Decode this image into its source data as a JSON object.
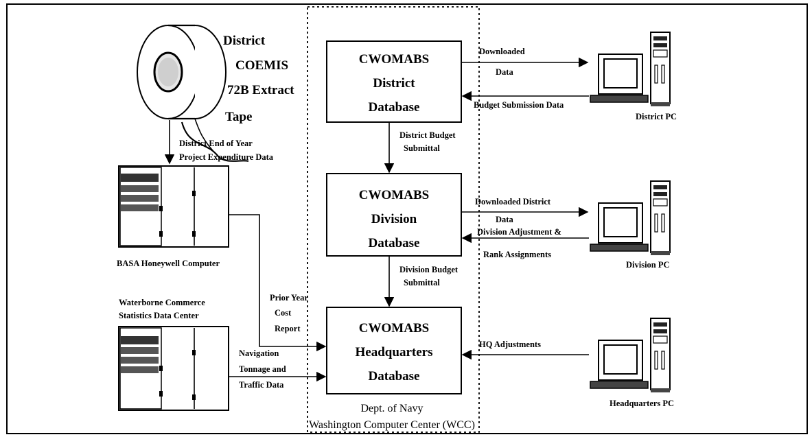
{
  "boxes": {
    "district": [
      "CWOMABS",
      "District",
      "Database"
    ],
    "division": [
      "CWOMABS",
      "Division",
      "Database"
    ],
    "headquarters": [
      "CWOMABS",
      "Headquarters",
      "Database"
    ]
  },
  "tape": [
    "District",
    "COEMIS",
    "72B Extract",
    "Tape"
  ],
  "flows": {
    "tape_to_basa": [
      "District End of Year",
      "Project Expenditure Data"
    ],
    "district_to_division": [
      "District Budget",
      "Submittal"
    ],
    "division_to_hq": [
      "Division Budget",
      "Submittal"
    ],
    "basa_to_hq": [
      "Prior Year",
      "Cost",
      "Report"
    ],
    "waterborne_to_hq": [
      "Navigation",
      "Tonnage and",
      "Traffic Data"
    ],
    "district_downloaded": [
      "Downloaded",
      "Data"
    ],
    "district_budget": "Budget Submission Data",
    "division_downloaded": [
      "Downloaded District",
      "Data"
    ],
    "division_adjust": [
      "Division Adjustment &",
      "Rank Assignments"
    ],
    "hq_adjust": "HQ Adjustments"
  },
  "computers": {
    "basa": "BASA Honeywell Computer",
    "waterborne": [
      "Waterborne Commerce",
      "Statistics Data Center"
    ],
    "district_pc": "District PC",
    "division_pc": "Division PC",
    "hq_pc": "Headquarters PC"
  },
  "wcc": [
    "Dept. of Navy",
    "Washington Computer Center (WCC)"
  ]
}
